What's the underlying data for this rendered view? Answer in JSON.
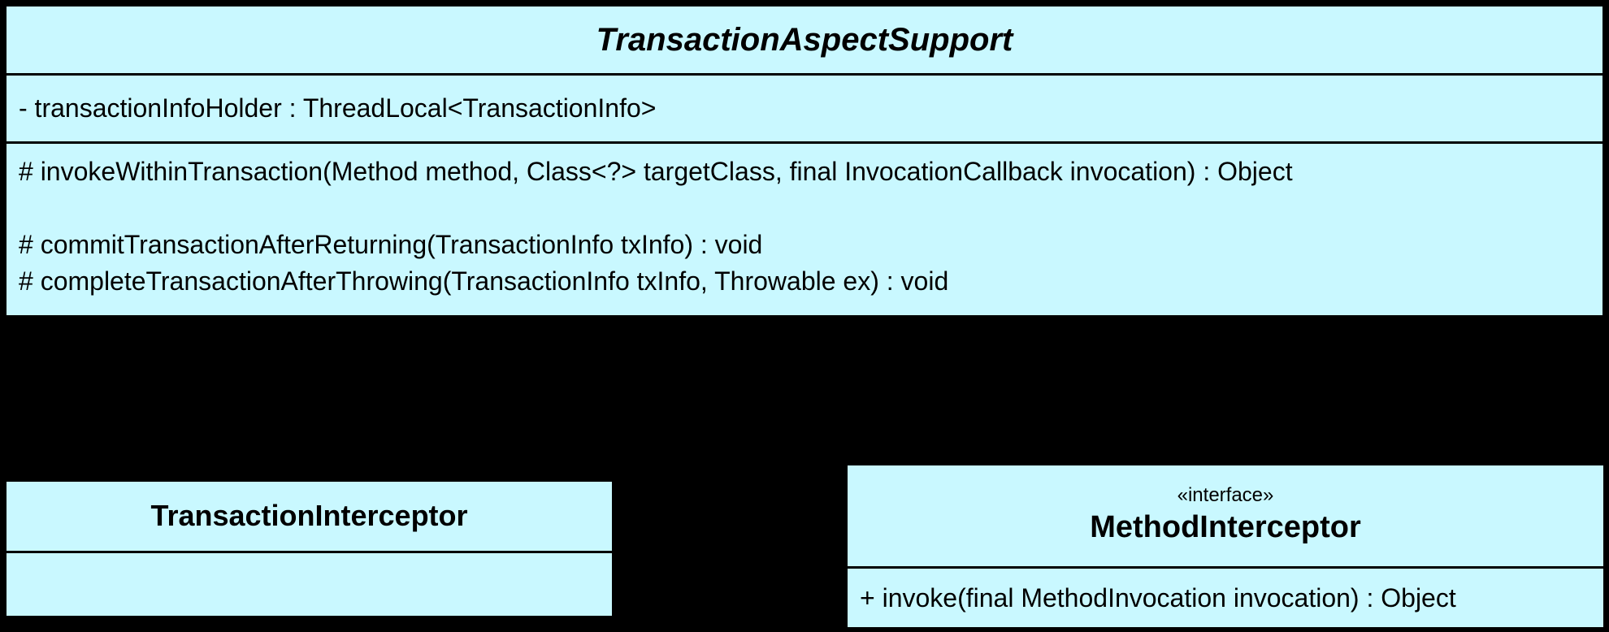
{
  "diagram": {
    "background_color": "#000000",
    "box_fill_color": "#c9f8ff",
    "border_color": "#000000",
    "text_color": "#000000"
  },
  "classes": {
    "transaction_aspect_support": {
      "name": "TransactionAspectSupport",
      "kind": "abstract-class",
      "attributes": [
        "- transactionInfoHolder : ThreadLocal<TransactionInfo>"
      ],
      "methods": [
        "# invokeWithinTransaction(Method method, Class<?> targetClass, final InvocationCallback invocation) : Object",
        "",
        "# commitTransactionAfterReturning(TransactionInfo txInfo) : void",
        "# completeTransactionAfterThrowing(TransactionInfo txInfo, Throwable ex) : void"
      ]
    },
    "transaction_interceptor": {
      "name": "TransactionInterceptor",
      "kind": "class",
      "attributes": [],
      "methods": []
    },
    "method_interceptor": {
      "stereotype": "«interface»",
      "name": "MethodInterceptor",
      "kind": "interface",
      "methods": [
        "+ invoke(final MethodInvocation invocation) : Object"
      ]
    }
  }
}
